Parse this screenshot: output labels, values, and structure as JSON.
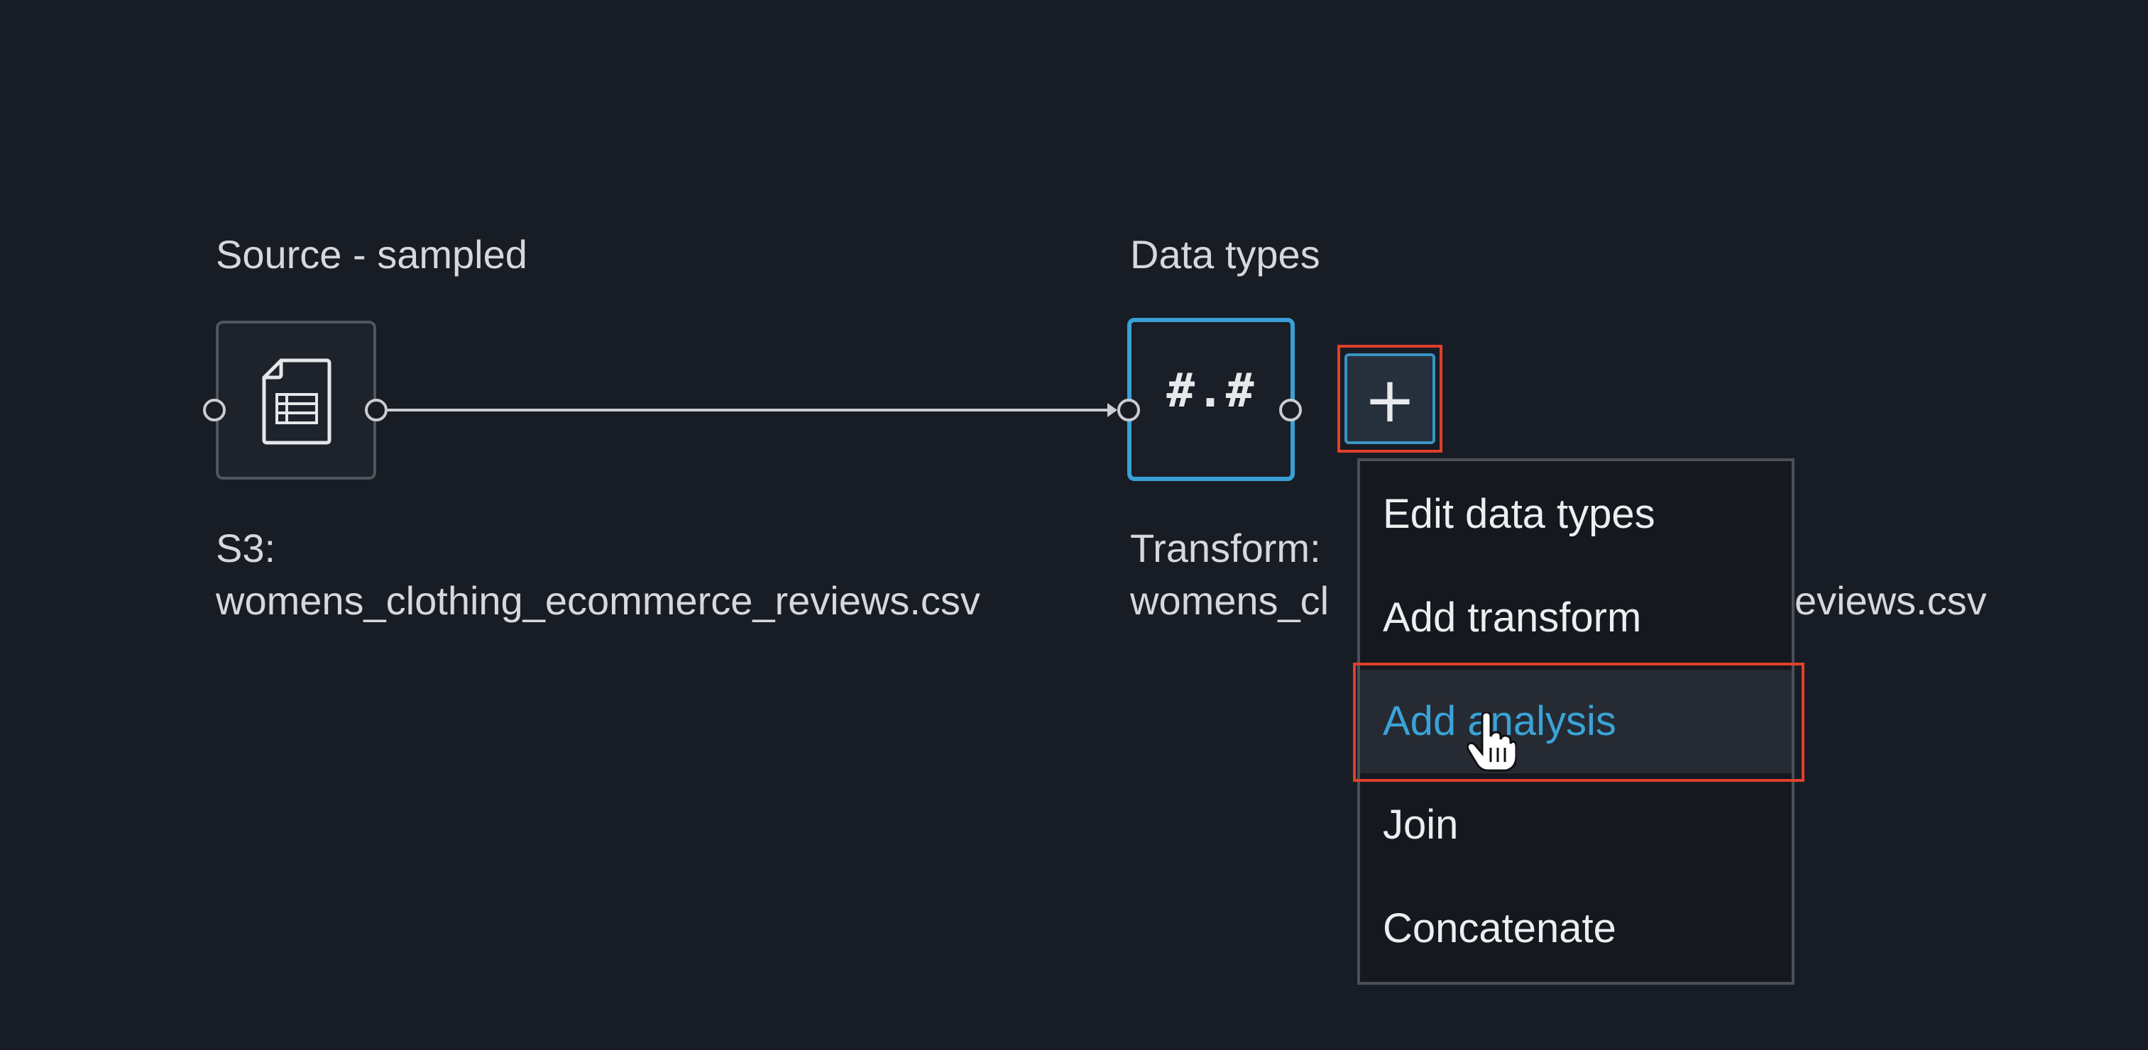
{
  "source_node": {
    "title": "Source - sampled",
    "caption_line1": "S3:",
    "caption_line2": "womens_clothing_ecommerce_reviews.csv",
    "icon": "document-icon"
  },
  "types_node": {
    "title": "Data types",
    "glyph": "#.#",
    "caption_line1": "Transform:",
    "caption_line2_visible_start": "womens_cl",
    "caption_line2_visible_end": "eviews.csv"
  },
  "add_button": {
    "glyph": "+",
    "icon": "plus-icon"
  },
  "menu": {
    "items": [
      {
        "label": "Edit data types"
      },
      {
        "label": "Add transform"
      },
      {
        "label": "Add analysis"
      },
      {
        "label": "Join"
      },
      {
        "label": "Concatenate"
      }
    ],
    "hovered_item": "Add analysis"
  },
  "colors": {
    "background": "#181c24",
    "accent": "#38a0d6",
    "highlight_outline": "#e0402a",
    "text": "#d5d8dc"
  }
}
